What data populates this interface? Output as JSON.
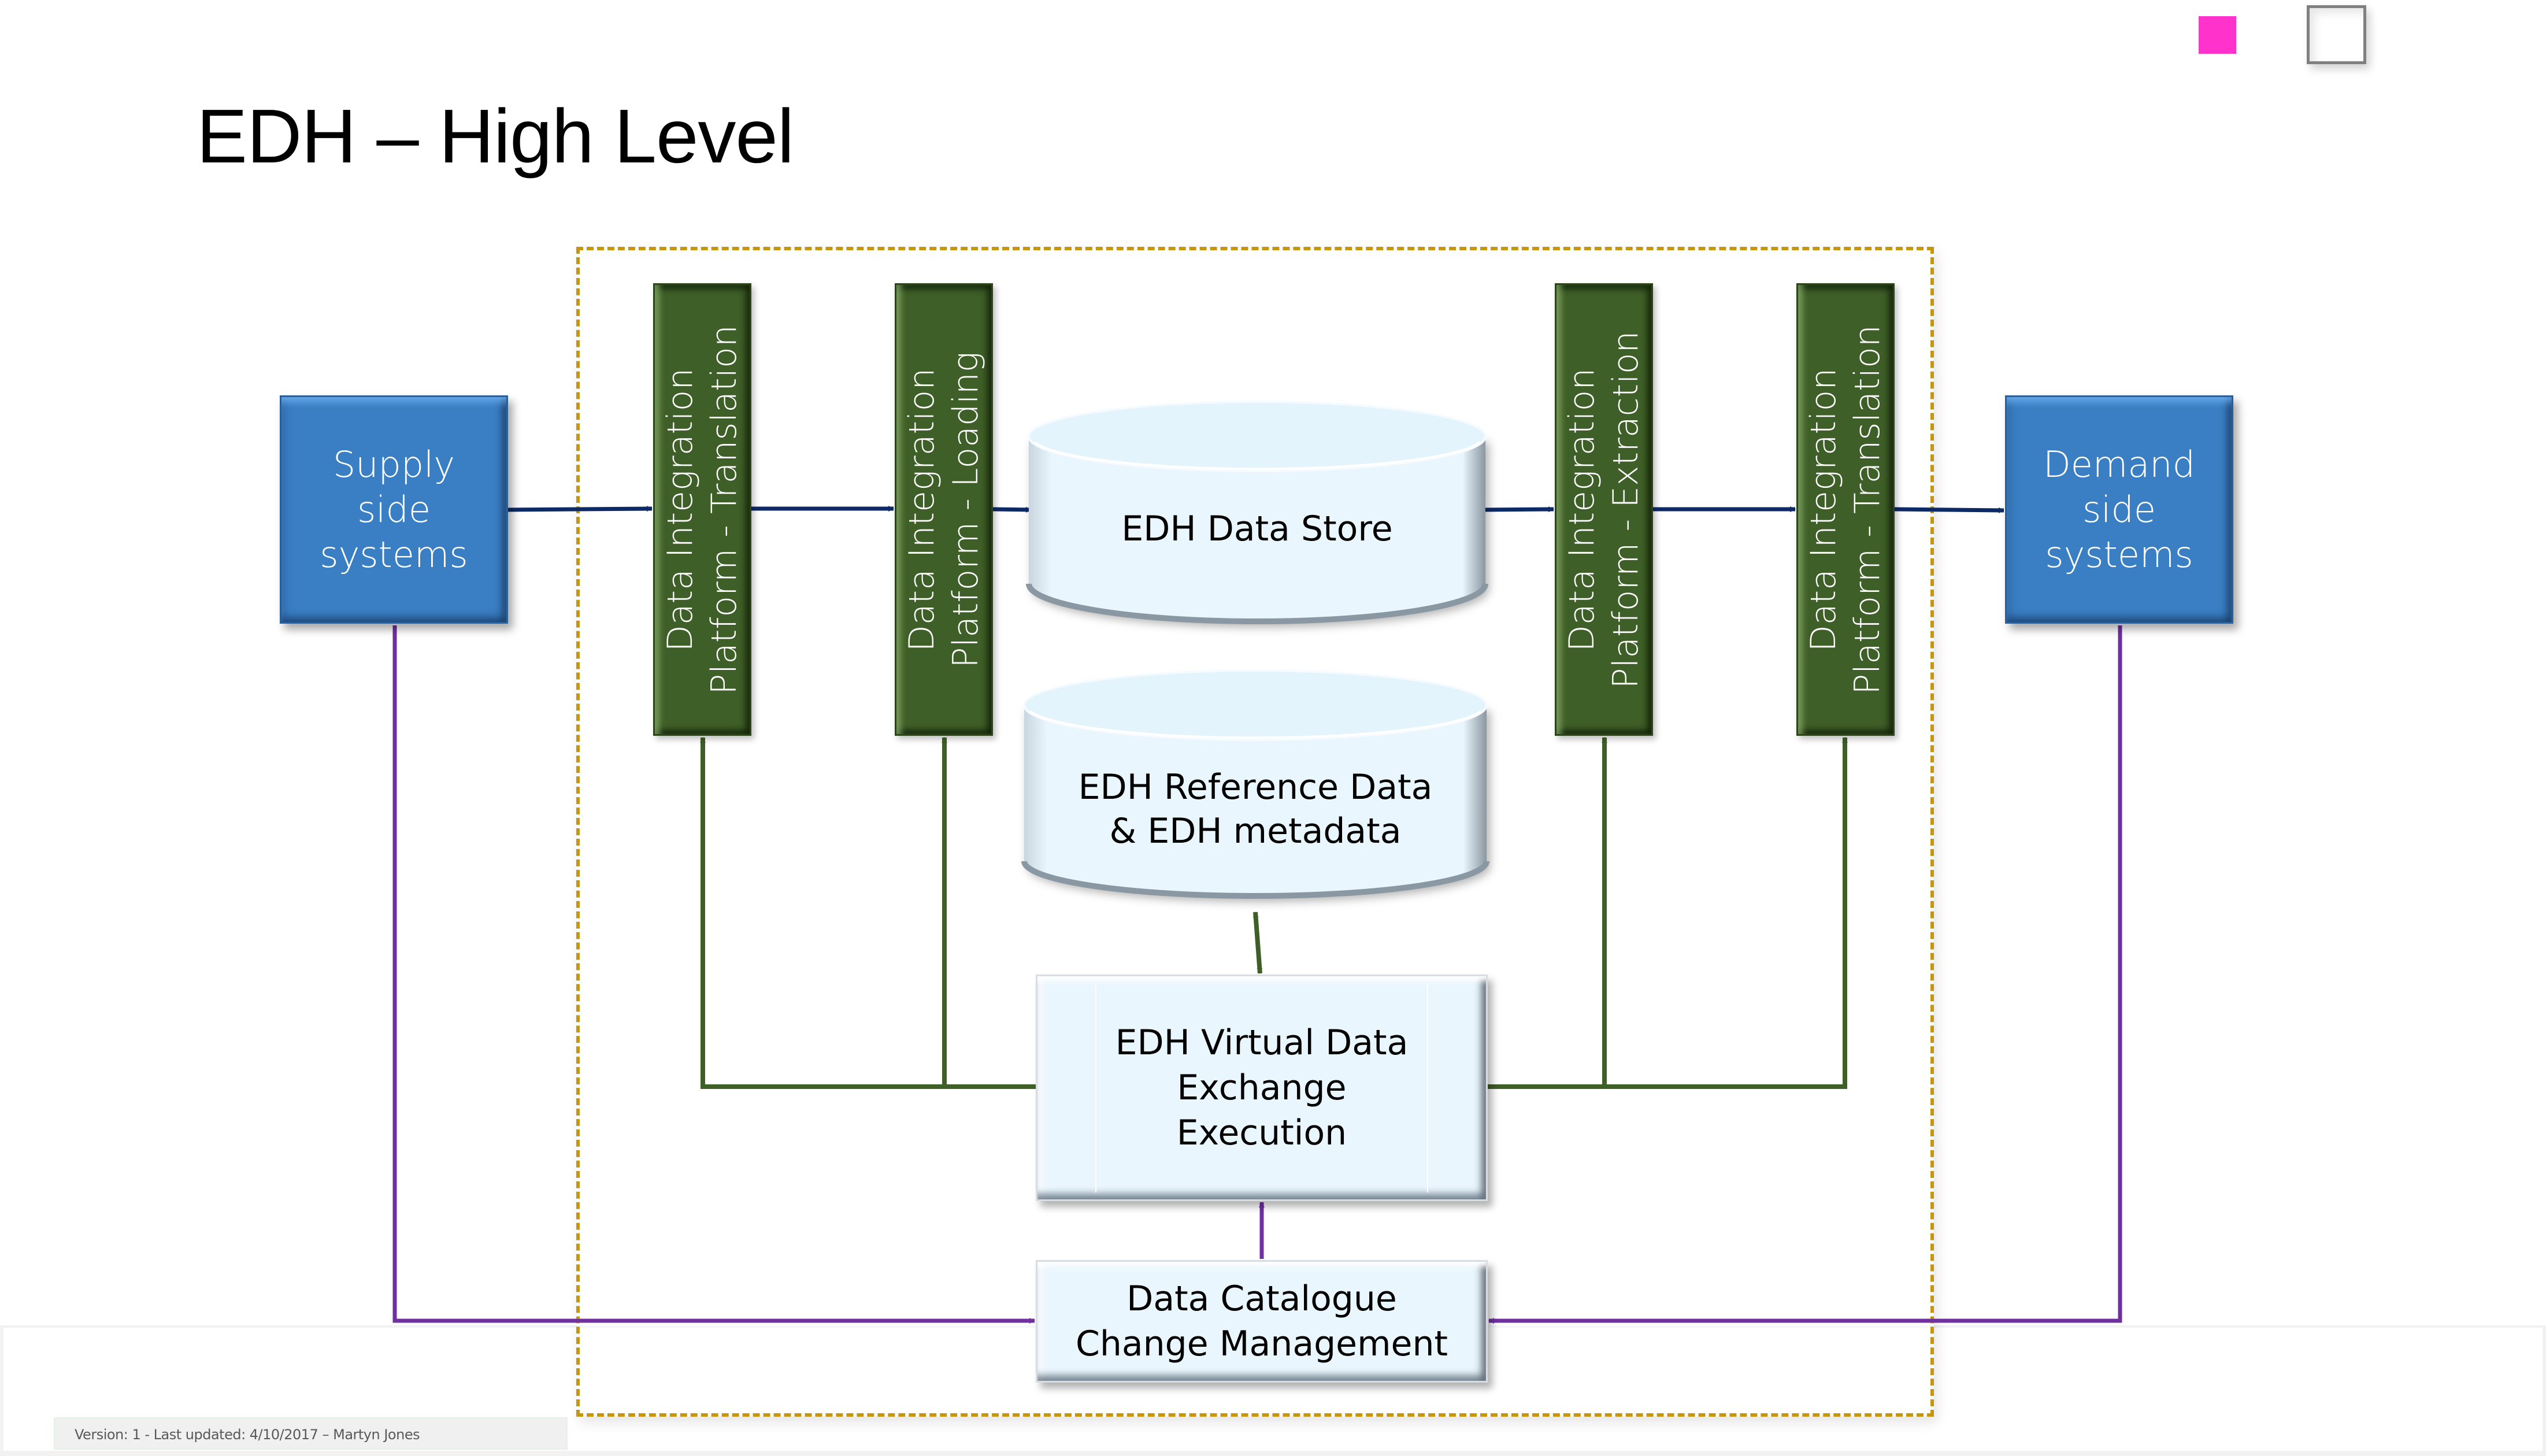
{
  "slide": {
    "title": "EDH – High Level",
    "footer": "Version: 1 - Last updated: 4/10/2017 – Martyn Jones",
    "decorations": {
      "swatch_color": "#ff33cc",
      "checkbox_icon": "empty-checkbox-icon"
    }
  },
  "colors": {
    "container_border": "#c8960c",
    "blue_box": "#3a7ec3",
    "green_bar": "#3f5f28",
    "light_shape": "#eaf6fd",
    "flow_arrow": "#0e2a66",
    "control_arrow": "#3f5f28",
    "change_arrow": "#7030a0"
  },
  "nodes": {
    "supply": {
      "label": "Supply side systems",
      "lines": [
        "Supply",
        "side",
        "systems"
      ]
    },
    "demand": {
      "label": "Demand side systems",
      "lines": [
        "Demand",
        "side",
        "systems"
      ]
    },
    "dip_translation_in": {
      "lines": [
        "Data Integration",
        "Platform - Translation"
      ]
    },
    "dip_loading": {
      "lines": [
        "Data Integration",
        "Platform - Loading"
      ]
    },
    "dip_extraction": {
      "lines": [
        "Data Integration",
        "Platform - Extraction"
      ]
    },
    "dip_translation_out": {
      "lines": [
        "Data Integration",
        "Platform - Translation"
      ]
    },
    "data_store": {
      "lines": [
        "EDH Data Store"
      ]
    },
    "reference_data": {
      "lines": [
        "EDH Reference Data",
        "& EDH metadata"
      ]
    },
    "virtual_exchange": {
      "lines": [
        "EDH Virtual Data",
        "Exchange",
        "Execution"
      ]
    },
    "catalogue": {
      "lines": [
        "Data Catalogue",
        "Change Management"
      ]
    }
  },
  "edges": [
    {
      "from": "Supply side systems",
      "to": "Data Integration Platform - Translation",
      "type": "data-flow"
    },
    {
      "from": "Data Integration Platform - Translation",
      "to": "Data Integration Platform - Loading",
      "type": "data-flow"
    },
    {
      "from": "Data Integration Platform - Loading",
      "to": "EDH Data Store",
      "type": "data-flow"
    },
    {
      "from": "EDH Data Store",
      "to": "Data Integration Platform - Extraction",
      "type": "data-flow"
    },
    {
      "from": "Data Integration Platform - Extraction",
      "to": "Data Integration Platform - Translation",
      "type": "data-flow"
    },
    {
      "from": "Data Integration Platform - Translation",
      "to": "Demand side systems",
      "type": "data-flow"
    },
    {
      "from": "EDH Virtual Data Exchange Execution",
      "to": "all Data Integration Platforms",
      "type": "control"
    },
    {
      "from": "EDH Virtual Data Exchange Execution",
      "to": "EDH Reference Data & EDH metadata",
      "type": "bidirectional"
    },
    {
      "from": "Data Catalogue Change Management",
      "to": "EDH Virtual Data Exchange Execution",
      "type": "change"
    },
    {
      "from": "Supply side systems",
      "to": "Data Catalogue Change Management",
      "type": "change"
    },
    {
      "from": "Demand side systems",
      "to": "Data Catalogue Change Management",
      "type": "change"
    }
  ]
}
